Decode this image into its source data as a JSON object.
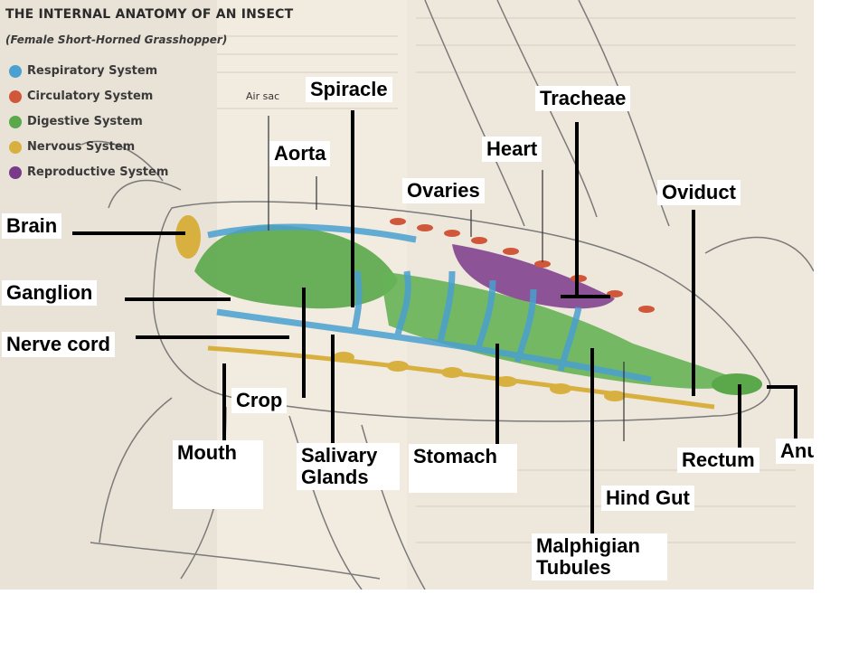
{
  "header": {
    "title": "THE INTERNAL ANATOMY OF AN INSECT",
    "subtitle": "(Female Short-Horned Grasshopper)"
  },
  "legend": [
    {
      "label": "Respiratory System",
      "color": "#4aa0d0"
    },
    {
      "label": "Circulatory System",
      "color": "#d0573a"
    },
    {
      "label": "Digestive System",
      "color": "#5aa84a"
    },
    {
      "label": "Nervous System",
      "color": "#d8b040"
    },
    {
      "label": "Reproductive System",
      "color": "#7a3a8a"
    }
  ],
  "small_labels": {
    "air_sac": "Air sac"
  },
  "labels": {
    "brain": "Brain",
    "ganglion": "Ganglion",
    "nerve_cord": "Nerve cord",
    "spiracle": "Spiracle",
    "aorta": "Aorta",
    "ovaries": "Ovaries",
    "heart": "Heart",
    "tracheae": "Tracheae",
    "oviduct": "Oviduct",
    "crop": "Crop",
    "mouth": "Mouth",
    "salivary_glands_1": "Salivary",
    "salivary_glands_2": "Glands",
    "stomach": "Stomach",
    "hind_gut": "Hind Gut",
    "malphigian_1": "Malphigian",
    "malphigian_2": "Tubules",
    "rectum": "Rectum",
    "anus": "Anus"
  },
  "colors": {
    "respiratory": "#4aa0d0",
    "circulatory": "#d0573a",
    "digestive": "#5aa84a",
    "nervous": "#d8b040",
    "reproductive": "#7a3a8a",
    "paper": "#f1ebe0"
  }
}
